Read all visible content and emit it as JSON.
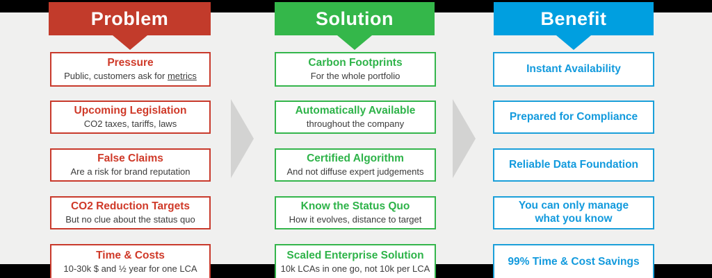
{
  "colors": {
    "background": "#f0f0ef",
    "top_bottom_bars": "#000000",
    "arrow_gray": "#d3d3d2",
    "problem_red": "#c23b2b",
    "solution_green": "#34b74a",
    "benefit_blue": "#009fe0",
    "subtitle_text": "#3b3b3b",
    "box_background": "#ffffff"
  },
  "columns": [
    {
      "header": "Problem",
      "boxes": [
        {
          "title": "Pressure",
          "subtitle": "Public, customers ask for",
          "subtitle_underlined": "metrics"
        },
        {
          "title": "Upcoming Legislation",
          "subtitle": "CO2 taxes, tariffs, laws"
        },
        {
          "title": "False Claims",
          "subtitle": "Are a risk for brand reputation"
        },
        {
          "title": "CO2 Reduction Targets",
          "subtitle": "But no clue about the status quo"
        },
        {
          "title": "Time & Costs",
          "subtitle": "10-30k $ and ½ year for one LCA"
        }
      ]
    },
    {
      "header": "Solution",
      "boxes": [
        {
          "title": "Carbon Footprints",
          "subtitle": "For the whole portfolio"
        },
        {
          "title": "Automatically Available",
          "subtitle": "throughout the company"
        },
        {
          "title": "Certified Algorithm",
          "subtitle": "And not diffuse expert judgements"
        },
        {
          "title": "Know the Status Quo",
          "subtitle": "How it evolves, distance to target"
        },
        {
          "title": "Scaled Enterprise Solution",
          "subtitle": "10k LCAs in one go, not 10k per LCA"
        }
      ]
    },
    {
      "header": "Benefit",
      "boxes": [
        {
          "title": "Instant Availability"
        },
        {
          "title": "Prepared for Compliance"
        },
        {
          "title": "Reliable Data Foundation"
        },
        {
          "title": "You can only manage",
          "title2": "what you know"
        },
        {
          "title": "99% Time & Cost Savings"
        }
      ]
    }
  ]
}
